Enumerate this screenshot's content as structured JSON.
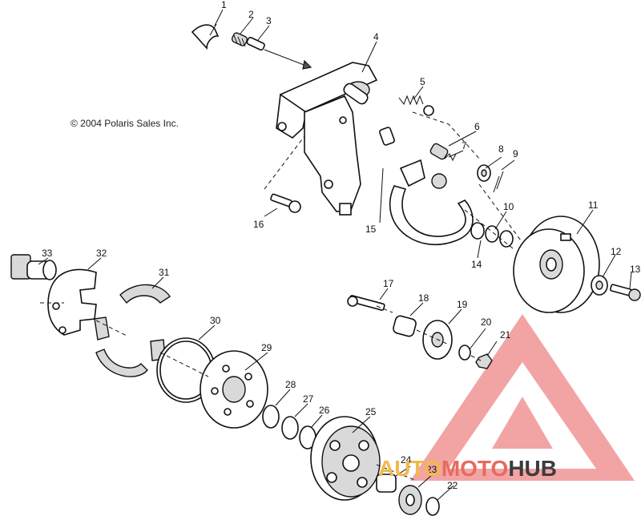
{
  "copyright": "© 2004 Polaris Sales Inc.",
  "watermark": {
    "part1": "AUTO",
    "part2": "MOTO",
    "part3": "HUB",
    "colors": {
      "part1": "#f2b94a",
      "part2": "#e86a5e",
      "part3": "#3c3c3c",
      "logo": "#e75a5a"
    }
  },
  "callouts": [
    "1",
    "2",
    "3",
    "4",
    "5",
    "6",
    "7",
    "8",
    "9",
    "10",
    "11",
    "12",
    "13",
    "14",
    "15",
    "16",
    "17",
    "18",
    "19",
    "20",
    "21",
    "22",
    "23",
    "24",
    "25",
    "26",
    "27",
    "28",
    "29",
    "30",
    "31",
    "32",
    "33"
  ]
}
